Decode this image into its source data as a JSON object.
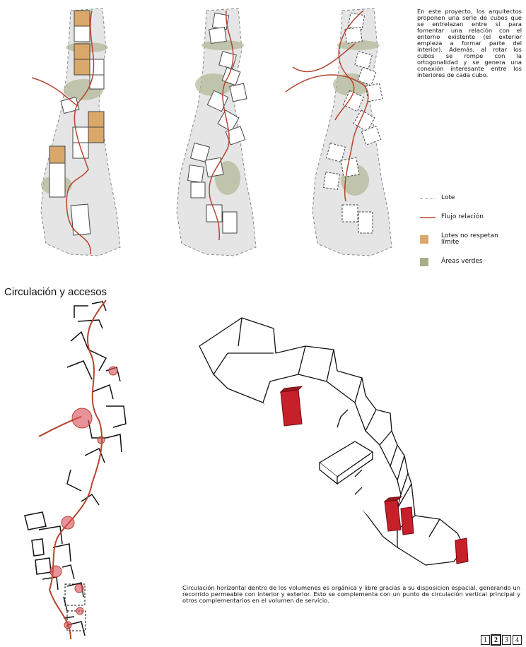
{
  "intro_text": "En este proyecto, los arquitectos proponen una serie de cubos que se entrelazan entre sí para fomentar una relación con el entorno existente (el exterior empieza a formar parte del interior). Además, al rotar los cubos se rompe con la ortogonalidad y se genera una conexión interesante entre los interiores de cada cubo.",
  "legend": [
    {
      "label": "Lote",
      "icon": "dashed-line"
    },
    {
      "label": "Flujo relación",
      "icon": "red-line"
    },
    {
      "label": "Lotes no respetan límite",
      "icon": "orange-square"
    },
    {
      "label": "Áreas verdes",
      "icon": "green-ellipse"
    }
  ],
  "section_title": "Circulación y accesos",
  "caption": "Circulación horizontal dentro de los volumenes es orgánica y libre gracias a su disposicion espacial, generando un recorrido permeable con interior y exterior. Esto se complementa con un punto de circulación vertical principal y otros complementarios en el volumen de servicio.",
  "pagination": {
    "pages": [
      "1",
      "2",
      "3",
      "4"
    ],
    "current": "2"
  },
  "colors": {
    "lot_fill": "#e5e5e5",
    "flow": "#b5452e",
    "orange": "#d9a86a",
    "green": "#a7ad86",
    "red_volume": "#c8202a"
  }
}
